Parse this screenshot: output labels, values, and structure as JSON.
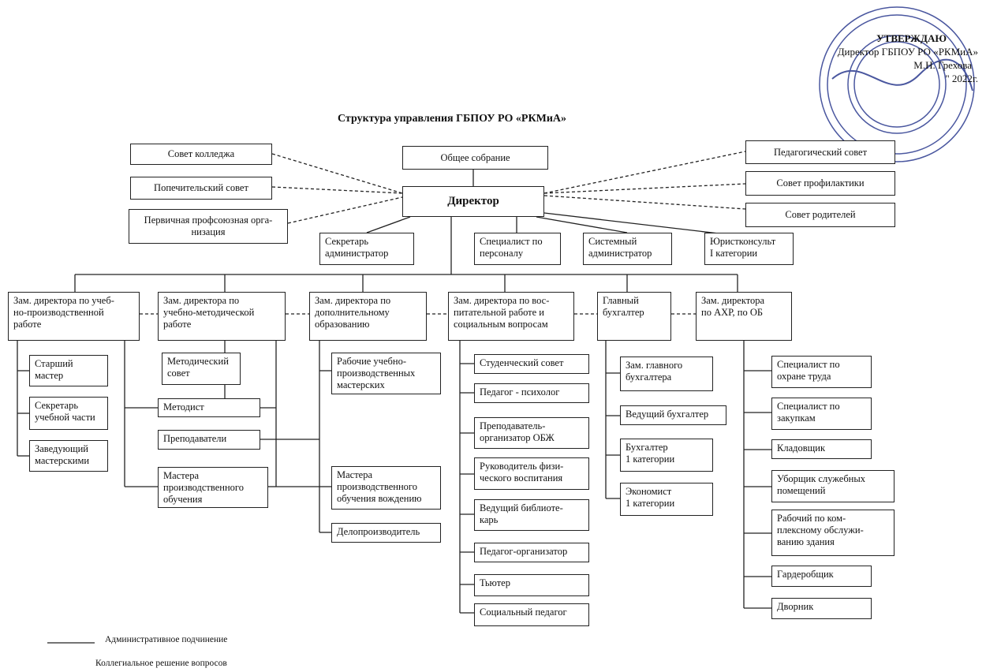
{
  "approval": {
    "heading": "УТВЕРЖДАЮ",
    "position": "Директор ГБПОУ РО «РКМиА»",
    "name": "М.Н. Грехова",
    "date_line": "\"             2022г."
  },
  "title": "Структура управления ГБПОУ РО «РКМиА»",
  "top": {
    "general_meeting": "Общее собрание",
    "director": "Директор",
    "left_councils": [
      "Совет колледжа",
      "Попечительский совет",
      "Первичная профсоюзная орга-\nнизация"
    ],
    "right_councils": [
      "Педагогический совет",
      "Совет профилактики",
      "Совет родителей"
    ]
  },
  "staff": [
    "Секретарь\nадминистратор",
    "Специалист по\nперсоналу",
    "Системный\nадминистратор",
    "Юристконсульт\nI категории"
  ],
  "deputies": [
    {
      "title": "Зам. директора по учеб-\nно-производственной\nработе",
      "items": [
        "Старший\nмастер",
        "Секретарь\nучебной части",
        "Заведующий\nмастерскими"
      ]
    },
    {
      "title": "Зам. директора по\nучебно-методической\nработе",
      "items": [
        "Методический\nсовет",
        "Методист",
        "Преподаватели",
        "Мастера\nпроизводственного\nобучения"
      ]
    },
    {
      "title": "Зам. директора по\nдополнительному\nобразованию",
      "items": [
        "Рабочие     учебно-\nпроизводственных\nмастерских",
        "Мастера\nпроизводственного\nобучения вождению",
        "Делопроизводитель"
      ]
    },
    {
      "title": "Зам. директора по вос-\nпитательной работе и\nсоциальным вопросам",
      "items": [
        "Студенческий совет",
        "Педагог - психолог",
        "Преподаватель-\nорганизатор ОБЖ",
        "Руководитель физи-\nческого воспитания",
        "Ведущий   библиоте-\nкарь",
        "Педагог-организатор",
        "Тьютер",
        "Социальный педагог"
      ]
    },
    {
      "title": "Главный\nбухгалтер",
      "items": [
        "Зам. главного\nбухгалтера",
        "Ведущий бухгалтер",
        "Бухгалтер\n1 категории",
        "Экономист\n1 категории"
      ]
    },
    {
      "title": "Зам. директора\nпо АХР, по ОБ",
      "items": [
        "Специалист по\nохране труда",
        "Специалист по\nзакупкам",
        "Кладовщик",
        "Уборщик   служебных\nпомещений",
        "Рабочий     по     ком-\nплексному обслужи-\nванию здания",
        "Гардеробщик",
        "Дворник"
      ]
    }
  ],
  "legend": [
    "Административное подчинение",
    "Коллегиальное решение вопросов"
  ],
  "stamp": {
    "label": "seal-stamp",
    "color": "#2b3a8f"
  },
  "colors": {
    "line": "#222222",
    "stamp_ink": "#2b3a8f"
  }
}
